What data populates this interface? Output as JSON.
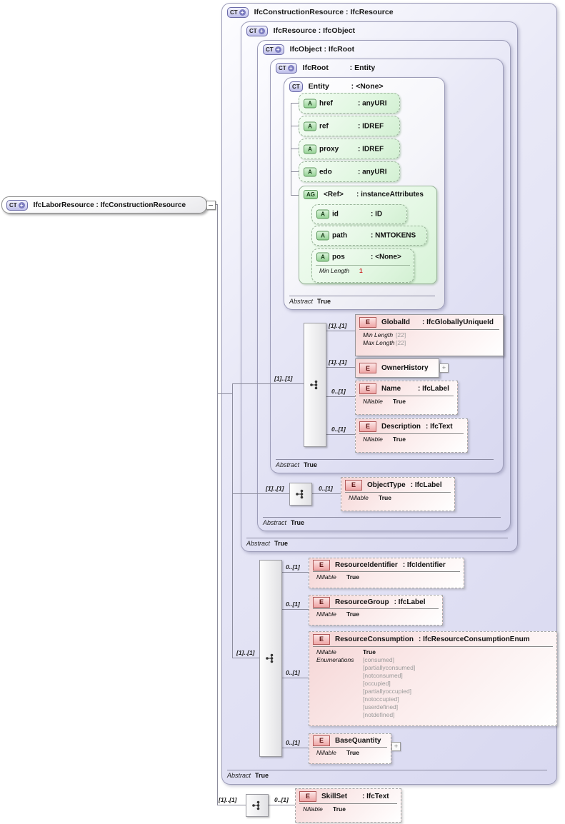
{
  "colors": {
    "container_fill": "#d8d8f0",
    "attribute_fill": "#ddf6dd",
    "element_fill": "#f5d5d5",
    "enum_text": "#9a9a9a",
    "facet_red": "#cc2222"
  },
  "root_box": {
    "badge": "CT",
    "plus": "+",
    "label": "IfcLaborResource : IfcConstructionResource"
  },
  "containers": {
    "construction": {
      "badge": "CT",
      "plus": "+",
      "title": "IfcConstructionResource : IfcResource",
      "footer_label": "Abstract",
      "footer_value": "True"
    },
    "resource": {
      "badge": "CT",
      "plus": "+",
      "title": "IfcResource : IfcObject",
      "footer_label": "Abstract",
      "footer_value": "True"
    },
    "object": {
      "badge": "CT",
      "plus": "+",
      "title": "IfcObject : IfcRoot",
      "footer_label": "Abstract",
      "footer_value": "True"
    },
    "ifcroot": {
      "badge": "CT",
      "plus": "+",
      "title_name": "IfcRoot",
      "title_type": ": Entity",
      "footer_label": "Abstract",
      "footer_value": "True"
    },
    "entity": {
      "badge": "CT",
      "title_name": "Entity",
      "title_type": ": <None>",
      "footer_label": "Abstract",
      "footer_value": "True"
    }
  },
  "entity_attributes": {
    "badge": "A",
    "items": [
      {
        "name": "href",
        "type": ": anyURI"
      },
      {
        "name": "ref",
        "type": ": IDREF"
      },
      {
        "name": "proxy",
        "type": ": IDREF"
      },
      {
        "name": "edo",
        "type": ": anyURI"
      }
    ],
    "group": {
      "badge": "AG",
      "name": "<Ref>",
      "type": ": instanceAttributes",
      "items": [
        {
          "name": "id",
          "type": ": ID"
        },
        {
          "name": "path",
          "type": ": NMTOKENS"
        },
        {
          "name": "pos",
          "type": ": <None>",
          "facet_label": "Min Length",
          "facet_value": "1"
        }
      ]
    }
  },
  "sequences": {
    "ifcroot_in": "[1]..[1]",
    "object_in": "[1]..[1]",
    "construction_in": "[1]..[1]",
    "skillset_in": "[1]..[1]"
  },
  "elements": {
    "badge": "E",
    "global_id": {
      "card": "[1]..[1]",
      "name": "GlobalId",
      "type": ": IfcGloballyUniqueId",
      "facet1_label": "Min Length",
      "facet1_value": "[22]",
      "facet2_label": "Max Length",
      "facet2_value": "[22]"
    },
    "owner_history": {
      "card": "[1]..[1]",
      "name": "OwnerHistory",
      "expand": "+"
    },
    "name": {
      "card": "0..[1]",
      "name": "Name",
      "type": ": IfcLabel",
      "nillable_label": "Nillable",
      "nillable_value": "True"
    },
    "description": {
      "card": "0..[1]",
      "name": "Description",
      "type": ": IfcText",
      "nillable_label": "Nillable",
      "nillable_value": "True"
    },
    "object_type": {
      "card": "0..[1]",
      "name": "ObjectType",
      "type": ": IfcLabel",
      "nillable_label": "Nillable",
      "nillable_value": "True"
    },
    "resource_identifier": {
      "card": "0..[1]",
      "name": "ResourceIdentifier",
      "type": ": IfcIdentifier",
      "nillable_label": "Nillable",
      "nillable_value": "True"
    },
    "resource_group": {
      "card": "0..[1]",
      "name": "ResourceGroup",
      "type": ": IfcLabel",
      "nillable_label": "Nillable",
      "nillable_value": "True"
    },
    "resource_consumption": {
      "card": "0..[1]",
      "name": "ResourceConsumption",
      "type": ": IfcResourceConsumptionEnum",
      "nillable_label": "Nillable",
      "nillable_value": "True",
      "enum_label": "Enumerations",
      "enums": [
        "[consumed]",
        "[partiallyconsumed]",
        "[notconsumed]",
        "[occupied]",
        "[partiallyoccupied]",
        "[notoccupied]",
        "[userdefined]",
        "[notdefined]"
      ]
    },
    "base_quantity": {
      "card": "0..[1]",
      "name": "BaseQuantity",
      "nillable_label": "Nillable",
      "nillable_value": "True",
      "expand": "+"
    },
    "skill_set": {
      "card": "0..[1]",
      "name": "SkillSet",
      "type": ": IfcText",
      "nillable_label": "Nillable",
      "nillable_value": "True"
    }
  }
}
